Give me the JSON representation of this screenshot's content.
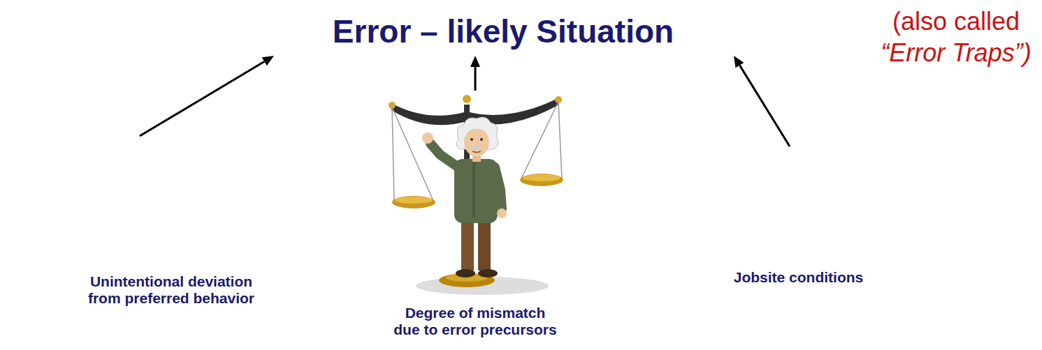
{
  "diagram": {
    "nodes": [
      {
        "text": [
          "Error – likely Situation"
        ]
      },
      {
        "text": [
          "Unintentional deviation from preferred behavior"
        ]
      },
      {
        "text": [
          "Degree of mismatch due to error precursors"
        ]
      },
      {
        "text": [
          "Jobsite conditions"
        ]
      }
    ],
    "edges": [
      {
        "from": 1,
        "to": 0,
        "arrow": "to"
      },
      {
        "from": 2,
        "to": 0,
        "arrow": "to"
      },
      {
        "from": 3,
        "to": 0,
        "arrow": "to"
      }
    ],
    "labels": [
      "(also called “Error Traps”)"
    ]
  }
}
